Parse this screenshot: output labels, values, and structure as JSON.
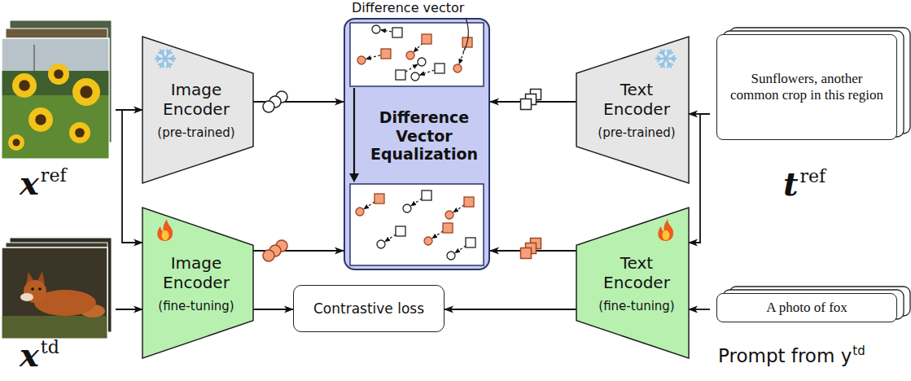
{
  "diagram": {
    "nodes": [
      {
        "text": [
          "x",
          "ref"
        ]
      },
      {
        "text": [
          "Image Encoder",
          "(pre-trained)"
        ]
      },
      {
        "text": [
          "Difference Vector Equalization"
        ]
      },
      {
        "text": [
          "Text Encoder",
          "(pre-trained)"
        ]
      },
      {
        "text": [
          "Sunflowers, another common crop in this region",
          "t",
          "ref"
        ]
      },
      {
        "text": [
          "x",
          "td"
        ]
      },
      {
        "text": [
          "Image Encoder",
          "(fine-tuning)"
        ]
      },
      {
        "text": [
          "Contrastive loss"
        ]
      },
      {
        "text": [
          "Text Encoder",
          "(fine-tuning)"
        ]
      },
      {
        "text": [
          "A photo of fox",
          "Prompt from y",
          "td"
        ]
      }
    ],
    "edges": [
      {
        "from": 0,
        "to": 1,
        "arrow": "to"
      },
      {
        "from": 0,
        "to": 6,
        "arrow": "to"
      },
      {
        "from": 5,
        "to": 6,
        "arrow": "to"
      },
      {
        "from": 1,
        "to": 2,
        "arrow": "to"
      },
      {
        "from": 6,
        "to": 2,
        "arrow": "to"
      },
      {
        "from": 6,
        "to": 7,
        "arrow": "to"
      },
      {
        "from": 3,
        "to": 2,
        "arrow": "to"
      },
      {
        "from": 8,
        "to": 2,
        "arrow": "to"
      },
      {
        "from": 8,
        "to": 7,
        "arrow": "to"
      },
      {
        "from": 4,
        "to": 3,
        "arrow": "to"
      },
      {
        "from": 4,
        "to": 8,
        "arrow": "to"
      },
      {
        "from": 9,
        "to": 8,
        "arrow": "to"
      }
    ],
    "labels": [
      "Difference vector"
    ]
  }
}
